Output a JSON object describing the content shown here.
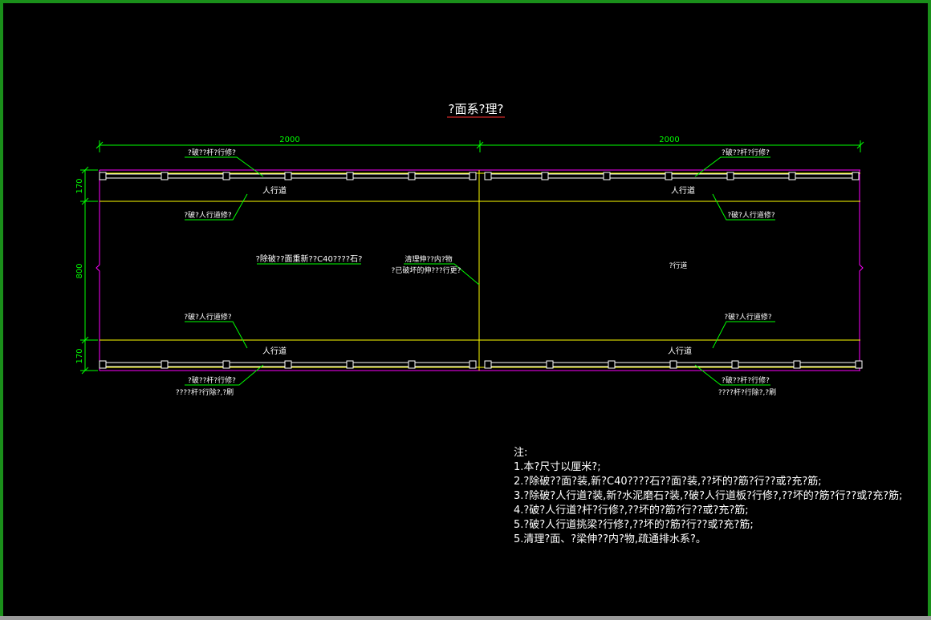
{
  "title": "?面系?理?",
  "dimensions": {
    "width_left": "2000",
    "width_right": "2000",
    "top_sidewalk": "170",
    "roadway": "800",
    "bottom_sidewalk": "170"
  },
  "labels": {
    "top_left_rail": "?破??杆?行修?",
    "top_right_rail": "?破??杆?行修?",
    "top_left_walk": "人行道",
    "top_right_walk": "人行道",
    "top_left_walk_note": "?破?人行道修?",
    "top_right_walk_note": "?破?人行道修?",
    "deck_note": "?除破??面重新??C40????石?",
    "joint_note_1": "清理伸??内?物",
    "joint_note_2": "?已破坏的伸???行更?",
    "road": "?行道",
    "bottom_left_walk_note": "?破?人行道修?",
    "bottom_right_walk_note": "?破?人行道修?",
    "bottom_left_walk": "人行道",
    "bottom_right_walk": "人行道",
    "bottom_left_rail_1": "?破??杆?行修?",
    "bottom_left_rail_2": "????杆?行除?,?刷",
    "bottom_right_rail_1": "?破??杆?行修?",
    "bottom_right_rail_2": "????杆?行除?,?刷"
  },
  "notes": {
    "heading": "注:",
    "items": [
      "1.本?尺寸以厘米?;",
      "2.?除破??面?装,新?C40????石??面?装,??坏的?筋?行??或?充?筋;",
      "3.?除破?人行道?装,新?水泥磨石?装,?破?人行道板?行修?,??坏的?筋?行??或?充?筋;",
      "4.?破?人行道?杆?行修?,??坏的?筋?行??或?充?筋;",
      "5.?破?人行道挑梁?行修?,??坏的?筋?行??或?充?筋;",
      "5.清理?面、?梁伸??内?物,疏通排水系?。"
    ]
  },
  "colors": {
    "frame": "#1a8f1a",
    "dimension": "#00ff00",
    "outline": "#ff00ff",
    "structure": "#ffff00",
    "text": "#ffffff",
    "title_underline": "#ff3030"
  }
}
